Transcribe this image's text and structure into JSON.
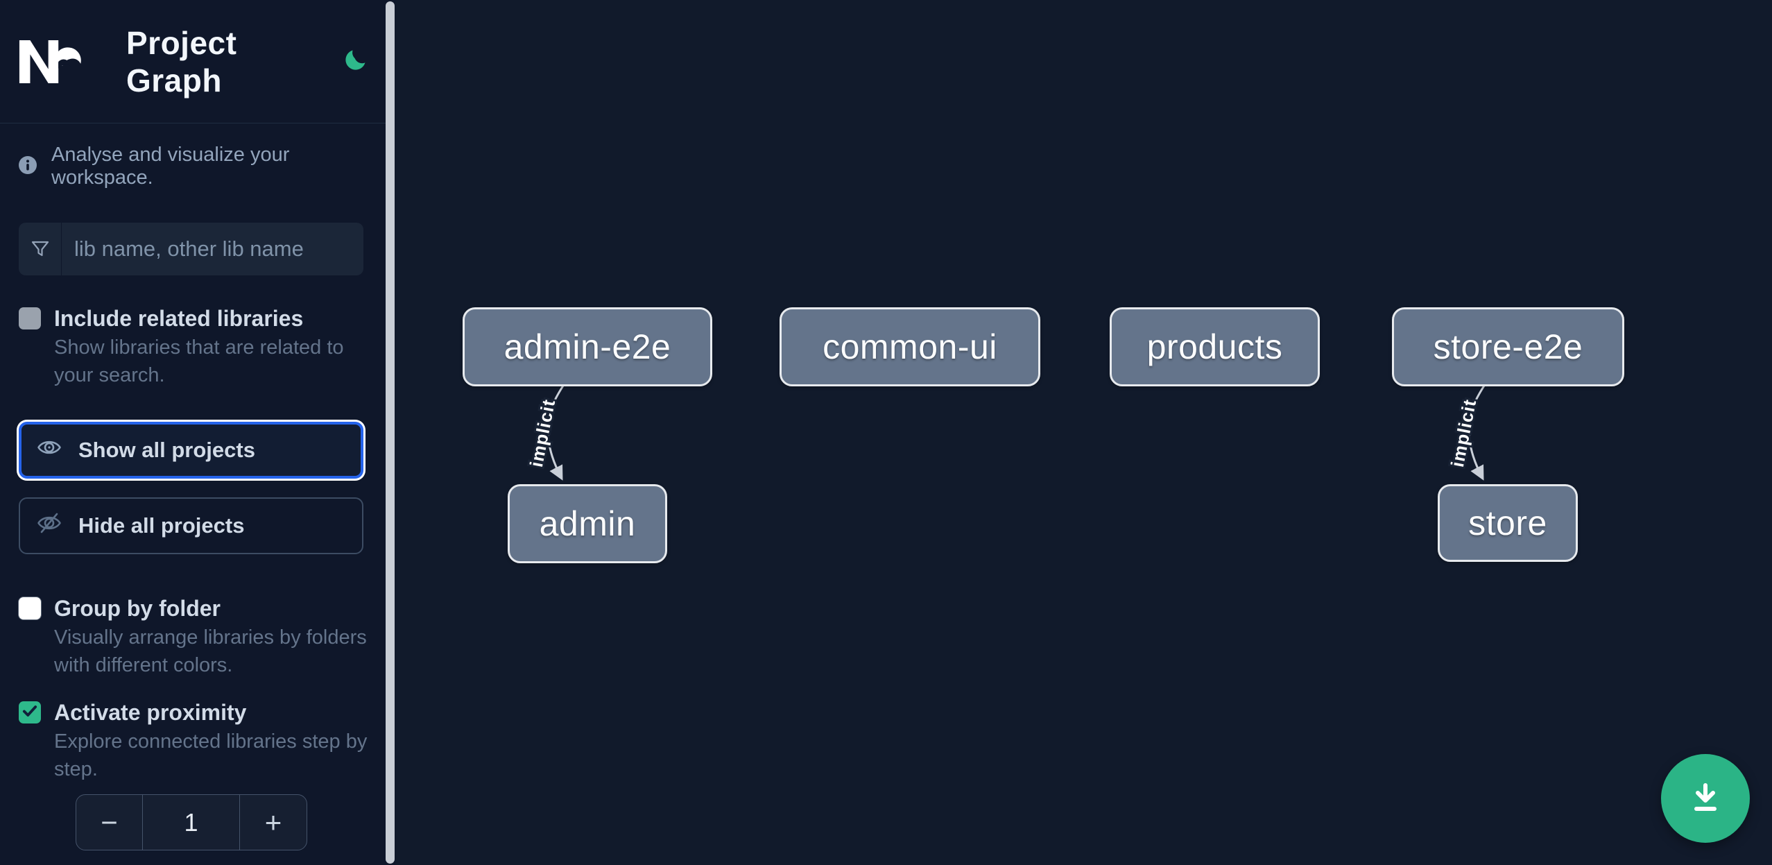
{
  "colors": {
    "accent_green": "#2eb98b",
    "focus_blue": "#2563eb",
    "node_fill": "#64748b",
    "node_border": "#e7eaee",
    "sidebar_bg": "#0f172a",
    "canvas_bg": "#111a2b"
  },
  "header": {
    "logo": "Nx",
    "title": "Project Graph",
    "theme_toggle_icon": "moon-icon"
  },
  "sidebar": {
    "intro": "Analyse and visualize your workspace.",
    "search": {
      "placeholder": "lib name, other lib name",
      "value": "",
      "icon": "funnel-icon"
    },
    "options": [
      {
        "label": "Include related libraries",
        "description": "Show libraries that are related to your search.",
        "checked": false,
        "disabled": true
      },
      {
        "label": "Group by folder",
        "description": "Visually arrange libraries by folders with different colors.",
        "checked": false,
        "disabled": false
      },
      {
        "label": "Activate proximity",
        "description": "Explore connected libraries step by step.",
        "checked": true,
        "disabled": false
      }
    ],
    "actions": [
      {
        "label": "Show all projects",
        "icon": "eye-icon",
        "focused": true
      },
      {
        "label": "Hide all projects",
        "icon": "eye-off-icon",
        "focused": false
      }
    ],
    "proximity_stepper": {
      "decrement": "−",
      "value": "1",
      "increment": "+"
    }
  },
  "graph": {
    "nodes": [
      {
        "label": "admin-e2e"
      },
      {
        "label": "common-ui"
      },
      {
        "label": "products"
      },
      {
        "label": "store-e2e"
      },
      {
        "label": "admin"
      },
      {
        "label": "store"
      }
    ],
    "edges": [
      {
        "from": "admin-e2e",
        "to": "admin",
        "label": "implicit"
      },
      {
        "from": "store-e2e",
        "to": "store",
        "label": "implicit"
      }
    ]
  },
  "fab": {
    "icon": "download-icon"
  }
}
